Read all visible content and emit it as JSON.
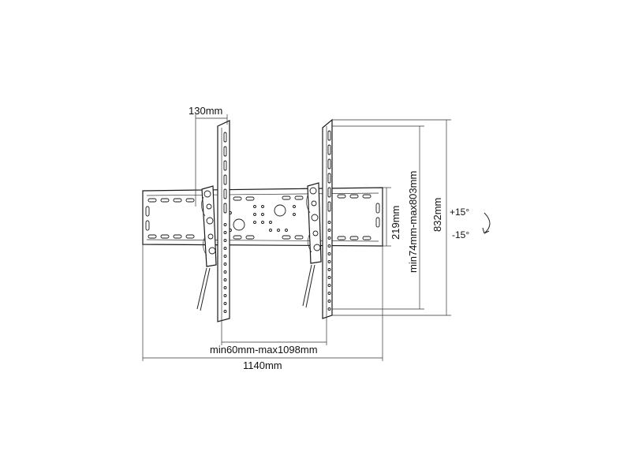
{
  "dimensions": {
    "depth": "130mm",
    "vesa_width": "min60mm-max1098mm",
    "overall_width": "1140mm",
    "plate_height": "219mm",
    "vesa_height": "min74mm-max803mm",
    "overall_height": "832mm"
  },
  "tilt": {
    "up": "+15°",
    "down": "-15°"
  },
  "colors": {
    "line": "#1a1a1a",
    "background": "#ffffff"
  }
}
